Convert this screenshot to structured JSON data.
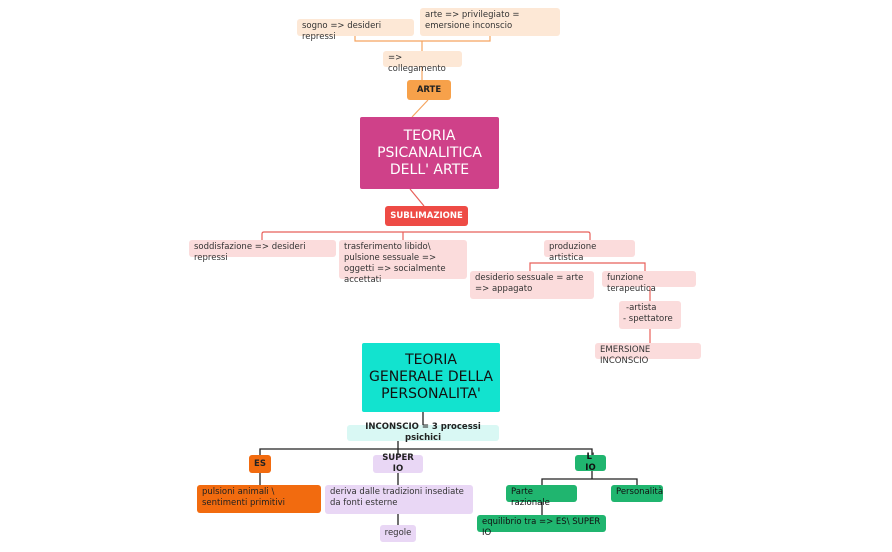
{
  "top": {
    "sogno": "sogno => desideri  repressi",
    "arte_priv": "arte =>  privilegiato = emersione inconscio",
    "collegamento": "=> collegamento",
    "arte": "ARTE"
  },
  "map1": {
    "title": "TEORIA PSICANALITICA DELL' ARTE",
    "sublimazione": "SUBLIMAZIONE",
    "soddisfazione": "soddisfazione => desideri repressi",
    "trasferimento": "trasferimento libido\\ pulsione sessuale => oggetti => socialmente accettati",
    "produzione": "produzione artistica",
    "desiderio": "desiderio sessuale = arte => appagato",
    "funzione": "funzione terapeutica",
    "artista": "-artista",
    "spettatore": "- spettatore",
    "emersione": "EMERSIONE INCONSCIO"
  },
  "map2": {
    "title": "TEORIA GENERALE DELLA PERSONALITA'",
    "inconscio": "INCONSCIO = 3 processi psichici",
    "es": "ES",
    "pulsioni": "pulsioni animali \\ sentimenti primitivi",
    "superio": "SUPER IO",
    "deriva": "deriva dalle tradizioni insediate da fonti esterne",
    "regole": "regole",
    "lio": "L' IO",
    "parte": "Parte razionale",
    "personalita": "Personalità",
    "equilibrio": "equilibrio tra => ES\\ SUPER IO"
  },
  "colors": {
    "orange": "#f7a14a",
    "magenta": "#cf4189",
    "red": "#ee4b45",
    "cyan": "#12e3cf",
    "deep_orange": "#f26b0f",
    "lavender": "#e9d7f5",
    "green": "#20b56f"
  }
}
